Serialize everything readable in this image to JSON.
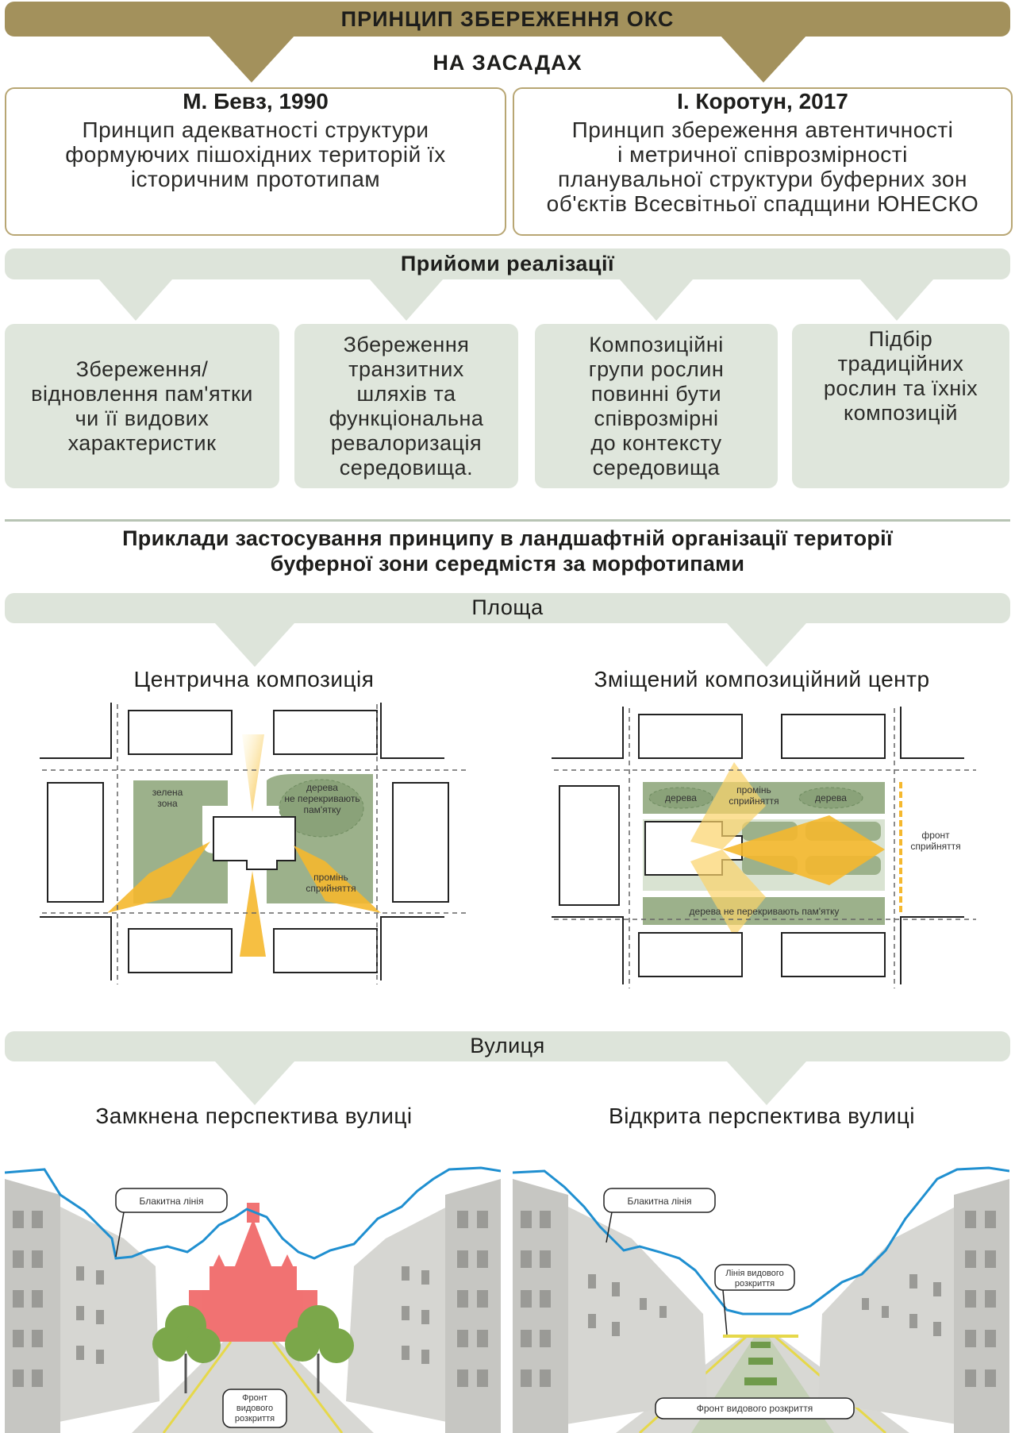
{
  "header": {
    "title": "ПРИНЦИП ЗБЕРЕЖЕННЯ ОКС",
    "subtitle": "НА ЗАСАДАХ"
  },
  "sources": [
    {
      "author": "М. Бевз, 1990",
      "text": [
        "Принцип адекватності структури",
        "формуючих пішохідних територій їх",
        "історичним прототипам"
      ]
    },
    {
      "author": "І. Коротун, 2017",
      "text": [
        "Принцип збереження автентичності",
        "і метричної співрозмірності",
        "планувальної структури буферних зон",
        "об'єктів Всесвітньої спадщини ЮНЕСКО"
      ]
    }
  ],
  "methods": {
    "title": "Прийоми реалізації",
    "items": [
      [
        "Збереження/",
        "відновлення пам'ятки",
        "чи її видових",
        "характеристик"
      ],
      [
        "Збереження",
        "транзитних",
        "шляхів та",
        "функціональна",
        "ревалоризація",
        "середовища."
      ],
      [
        "Композиційні",
        "групи рослин",
        "повинні бути",
        "співрозмірні",
        "до контексту",
        "середовища"
      ],
      [
        "Підбір",
        "традиційних",
        "рослин та їхніх",
        "композицій"
      ]
    ]
  },
  "examples": {
    "title_line1": "Приклади застосування принципу в ландшафтній організації території",
    "title_line2": "буферної зони середмістя за морфотипами"
  },
  "square": {
    "label": "Площа",
    "left": {
      "title": "Центрична композиція",
      "green_zone": [
        "зелена",
        "зона"
      ],
      "trees": [
        "дерева",
        "не перекривають",
        "пам'ятку"
      ],
      "ray": [
        "промінь",
        "сприйняття"
      ]
    },
    "right": {
      "title": "Зміщений композиційний центр",
      "trees_a": "дерева",
      "ray": [
        "промінь",
        "сприйняття"
      ],
      "trees_b": "дерева",
      "front": [
        "фронт",
        "сприйняття"
      ],
      "bottom_band": "дерева не перекривають пам'ятку"
    }
  },
  "street": {
    "label": "Вулиця",
    "left": {
      "title": "Замкнена перспектива вулиці",
      "blue_line": "Блакитна лінія",
      "front": [
        "Фронт",
        "видового",
        "розкриття"
      ]
    },
    "right": {
      "title": "Відкрита перспектива вулиці",
      "blue_line": "Блакитна лінія",
      "view_line": [
        "Лінія видового",
        "розкриття"
      ],
      "front": "Фронт видового розкриття"
    }
  },
  "colors": {
    "gold": "#a3915c",
    "gold_border": "#b8a673",
    "sage": "#dde4da",
    "green": "#9cb18b",
    "yellow": "#f5b82e",
    "sky_line": "#1f8fd0",
    "church": "#ef5a5a"
  }
}
